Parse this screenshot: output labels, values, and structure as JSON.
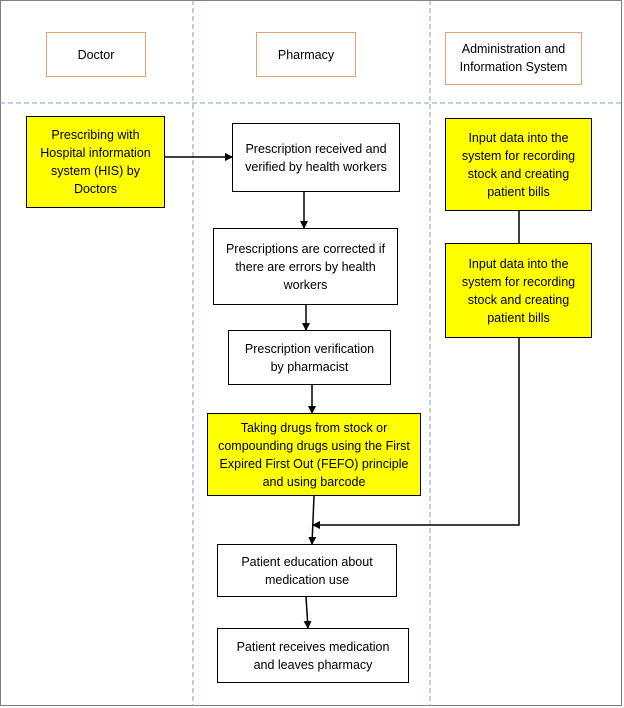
{
  "lanes": {
    "doctor": "Doctor",
    "pharmacy": "Pharmacy",
    "admin": "Administration and Information System"
  },
  "steps": {
    "doctor_prescribing": "Prescribing with Hospital information system (HIS) by Doctors",
    "rx_received": "Prescription received and verified by health workers",
    "rx_corrected": "Prescriptions are corrected if there are errors by health workers",
    "rx_verification": "Prescription verification by pharmacist",
    "taking_drugs": "Taking drugs from stock or compounding drugs using the First Expired First Out (FEFO) principle and using barcode",
    "patient_education": "Patient education about medication use",
    "patient_receives": "Patient receives medication and leaves pharmacy",
    "admin_input_1": "Input data into the system for recording stock and creating patient bills",
    "admin_input_2": "Input data into the system for recording stock and creating patient bills"
  },
  "colors": {
    "highlight": "#ffff00",
    "lane_header_border": "#f0a070",
    "lane_divider": "#7f9fd0"
  }
}
